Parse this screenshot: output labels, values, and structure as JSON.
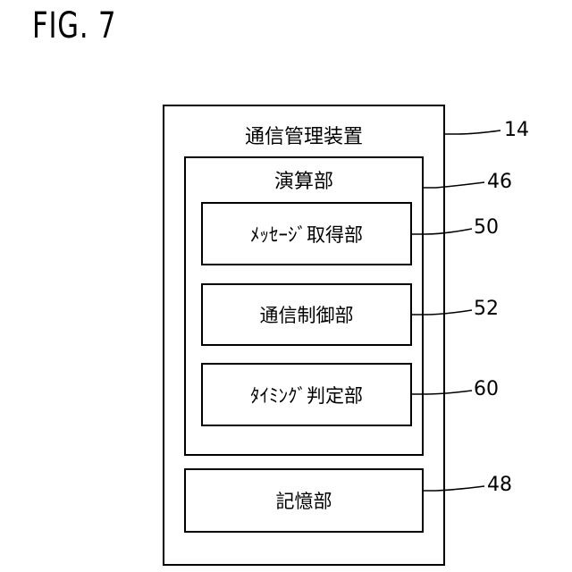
{
  "figure": {
    "title": "FIG. 7"
  },
  "device": {
    "label": "通信管理装置",
    "ref": "14"
  },
  "compute_unit": {
    "label": "演算部",
    "ref": "46"
  },
  "message_acquisition": {
    "label": "ﾒｯｾｰｼﾞ取得部",
    "ref": "50"
  },
  "comm_control": {
    "label": "通信制御部",
    "ref": "52"
  },
  "timing_judgment": {
    "label": "ﾀｲﾐﾝｸﾞ判定部",
    "ref": "60"
  },
  "storage_unit": {
    "label": "記憶部",
    "ref": "48"
  }
}
